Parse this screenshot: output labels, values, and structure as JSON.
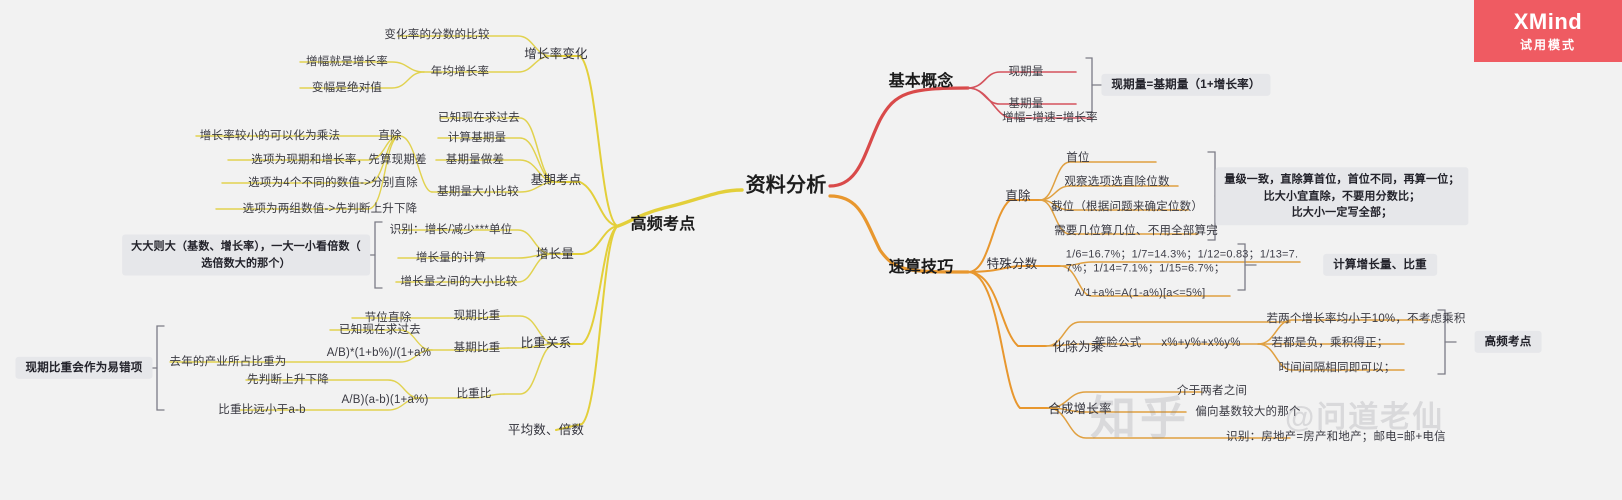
{
  "app": {
    "watermark_brand": "知乎",
    "watermark_user": "@问道老仙",
    "trial_badge_title": "XMind",
    "trial_badge_sub": "试用模式",
    "accent_red": "#d94a4a",
    "accent_orange": "#e8972e",
    "accent_yellow": "#e3cf3a",
    "badge_bg": "#ef5b62"
  },
  "mindmap": {
    "root": "资料分析",
    "branches": {
      "basic": {
        "label": "基本概念",
        "children": [
          "现期量",
          "基期量",
          "增幅=增速=增长率"
        ],
        "note": "现期量=基期量（1+增长率）"
      },
      "fast": {
        "label": "速算技巧",
        "groups": [
          {
            "label": "直除",
            "children": [
              "首位",
              "观察选项选直除位数",
              "截位（根据问题来确定位数）",
              "需要几位算几位、不用全部算完"
            ],
            "note": "量级一致，直除算首位，首位不同，再算一位；\n比大小宜直除，不要用分数比；\n比大小一定写全部；"
          },
          {
            "label": "特殊分数",
            "children": [
              "1/6=16.7%；1/7=14.3%；1/12=0.83；1/13=7.\n7%；1/14=7.1%；1/15=6.7%；",
              "A/1+a%=A(1-a%)[a<=5%]"
            ],
            "note": "计算增长量、比重"
          },
          {
            "label": "化除为乘",
            "smile_label": "笑脸公式",
            "smile_formula": "x%+y%+x%y%",
            "children": [
              "若两个增长率均小于10%，不考虑乘积",
              "若都是负，乘积得正；",
              "时间间隔相同即可以；"
            ],
            "note": "高频考点"
          },
          {
            "label": "合成增长率",
            "children": [
              "介于两者之间",
              "偏向基数较大的那个",
              "识别：房地产=房产和地产；邮电=邮+电信"
            ]
          }
        ]
      },
      "high_freq": {
        "label": "高频考点",
        "groups": [
          {
            "label": "增长率变化",
            "children": [
              "变化率的分数的比较",
              "年均增长率"
            ],
            "leaves": [
              "增幅就是增长率",
              "变幅是绝对值"
            ]
          },
          {
            "label": "基期考点",
            "children": [
              "已知现在求过去",
              "计算基期量",
              "基期量做差",
              "基期量大小比较"
            ],
            "sub_label": "直除",
            "leaves": [
              "增长率较小的可以化为乘法",
              "选项为现期和增长率，先算现期差",
              "选项为4个不同的数值->分别直除",
              "选项为两组数值->先判断上升下降"
            ]
          },
          {
            "label": "增长量",
            "children": [
              "识别：增长/减少***单位",
              "增长量的计算",
              "增长量之间的大小比较"
            ],
            "note": "大大则大（基数、增长率），一大一小看倍数（\n选倍数大的那个）"
          },
          {
            "label": "比重关系",
            "children": [
              "现期比重",
              "基期比重",
              "比重比"
            ],
            "sub_labels": [
              "节位直除",
              "已知现在求过去",
              "A/B)*(1+b%)/(1+a%",
              "先判断上升下降",
              "A/B)(a-b)(1+a%)"
            ],
            "leaves": [
              "去年的产业所占比重为",
              "比重比远小于a-b"
            ],
            "note": "现期比重会作为易错项"
          },
          {
            "label": "平均数、倍数"
          }
        ]
      }
    }
  }
}
